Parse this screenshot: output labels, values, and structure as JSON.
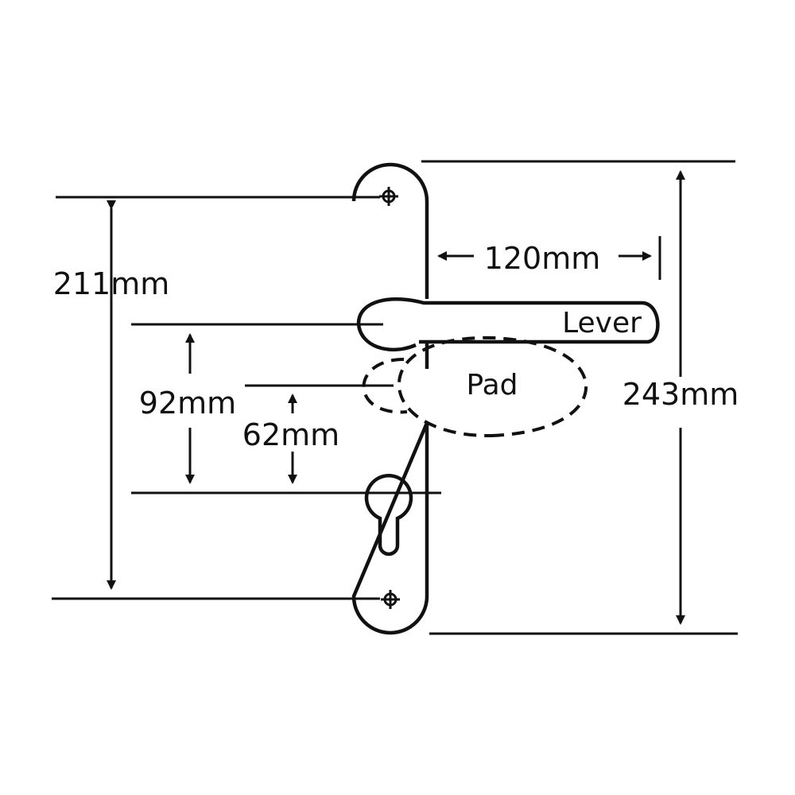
{
  "labels": {
    "lever": "Lever",
    "pad": "Pad"
  },
  "dimensions": {
    "overall_height": "243mm",
    "fixing_centres": "211mm",
    "lever_projection": "120mm",
    "lever_to_cylinder": "92mm",
    "pad_to_cylinder": "62mm"
  }
}
